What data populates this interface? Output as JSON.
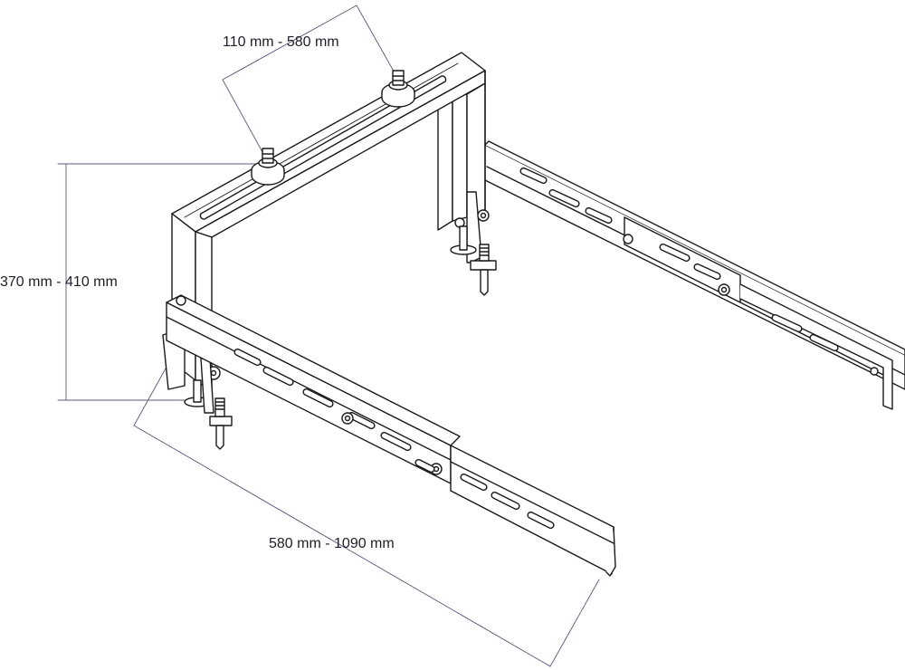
{
  "dimensions": {
    "top_width": "110 mm - 580 mm",
    "height": "370 mm - 410 mm",
    "depth": "580 mm - 1090 mm"
  },
  "colors": {
    "outline": "#1a1a1a",
    "dimension_line": "#5a5878",
    "fill": "#ffffff"
  }
}
